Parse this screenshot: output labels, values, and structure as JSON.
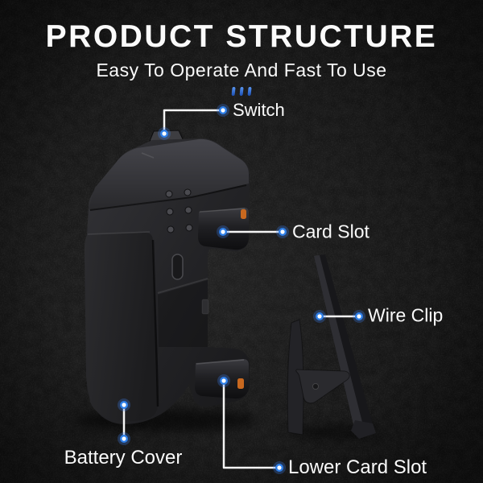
{
  "poster": {
    "title": "PRODUCT STRUCTURE",
    "subtitle": "Easy To Operate And Fast To Use"
  },
  "callouts": [
    {
      "id": "switch",
      "label": "Switch"
    },
    {
      "id": "card-slot",
      "label": "Card Slot"
    },
    {
      "id": "wire-clip",
      "label": "Wire Clip"
    },
    {
      "id": "battery-cover",
      "label": "Battery Cover"
    },
    {
      "id": "lower-card-slot",
      "label": "Lower Card Slot"
    }
  ],
  "icons": {
    "switch_indicator": "triple-dash-icon"
  },
  "colors": {
    "background": "#141414",
    "text": "#fafafa",
    "callout_line": "#f5f5f5",
    "callout_dot_ring": "#2e7fe8",
    "callout_dot_core": "#ffffff",
    "switch_icon_blue": "#2f6fe0",
    "accent_orange": "#c8681f",
    "device_body_dark": "#1b1b1d",
    "device_body_light": "#3a3a3e"
  }
}
